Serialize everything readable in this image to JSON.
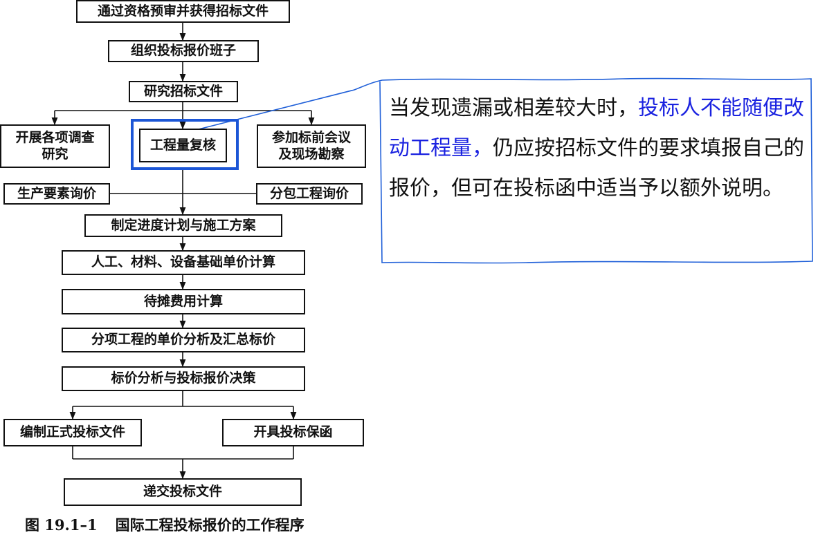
{
  "flowchart": {
    "nodes": {
      "prequalify": "通过资格预审并获得招标文件",
      "team": "组织投标报价班子",
      "study": "研究招标文件",
      "survey_l1": "开展各项调查",
      "survey_l2": "研究",
      "qty_check": "工程量复核",
      "meeting_l1": "参加标前会议",
      "meeting_l2": "及现场勘察",
      "inquiry_prod": "生产要素询价",
      "inquiry_sub": "分包工程询价",
      "schedule": "制定进度计划与施工方案",
      "unit_price": "人工、材料、设备基础单价计算",
      "allocate": "待摊费用计算",
      "analysis": "分项工程的单价分析及汇总标价",
      "decision": "标价分析与投标报价决策",
      "prepare": "编制正式投标文件",
      "bond": "开具投标保函",
      "submit": "递交投标文件"
    },
    "highlight_color": "#1c56d6"
  },
  "caption": {
    "number": "图 19.1–1",
    "title": "国际工程投标报价的工作程序"
  },
  "annotation": {
    "part1": "当发现遗漏或相差较大时，",
    "highlight": "投标人不能随便改动工程量，",
    "part2": "仍应按招标文件的要求填报自己的报价，但可在投标函中适当予以额外说明。",
    "highlight_color": "#1a22e0",
    "callout_color": "#1f5fd8"
  }
}
